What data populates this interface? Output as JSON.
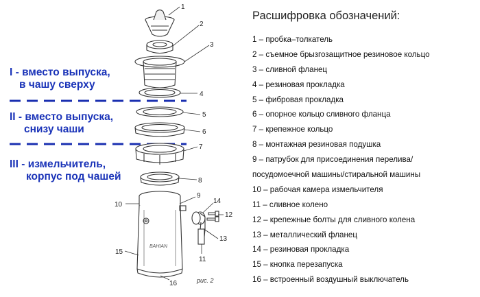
{
  "legend": {
    "title": "Расшифровка обозначений:",
    "items": [
      "1 – пробка–толкатель",
      "2 – съемное брызгозащитное резиновое кольцо",
      "3 – сливной фланец",
      "4 – резиновая прокладка",
      "5 – фибровая прокладка",
      "6 – опорное кольцо сливного фланца",
      "7 – крепежное кольцо",
      "8 – монтажная резиновая подушка",
      "9 – патрубок для присоединения перелива/",
      "посудомоечной машины/стиральной машины",
      "10 – рабочая камера измельчителя",
      "11 – сливное колено",
      "12 – крепежные болты для сливного колена",
      "13 – металлический фланец",
      "14 – резиновая прокладка",
      "15 – кнопка перезапуска",
      "16 – встроенный воздушный выключатель"
    ]
  },
  "zones": [
    {
      "line1": "I - вместо выпуска,",
      "line2": "в чашу сверху"
    },
    {
      "line1": "II - вместо выпуска,",
      "line2": "снизу чаши"
    },
    {
      "line1": "III - измельчитель,",
      "line2": "корпус под чашей"
    }
  ],
  "part_numbers": [
    "1",
    "2",
    "3",
    "4",
    "5",
    "6",
    "7",
    "8",
    "9",
    "10",
    "11",
    "12",
    "13",
    "14",
    "15",
    "16"
  ],
  "brand_mark": "BAHIAN",
  "figure_caption": "рис. 2",
  "colors": {
    "zone_text": "#1a33b8",
    "divider": "#1a2fb0",
    "drawing": "#333333"
  }
}
